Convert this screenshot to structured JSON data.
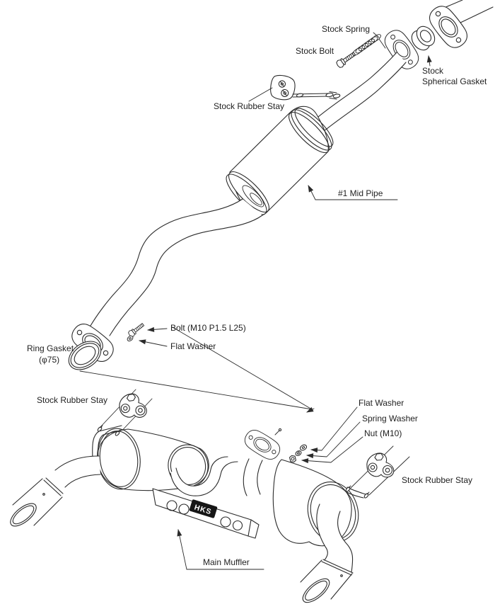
{
  "diagram": {
    "type": "exploded-parts-diagram",
    "background": "#ffffff",
    "line_color": "#2b2b2b",
    "labels": {
      "stock_spring": "Stock Spring",
      "stock_bolt": "Stock Bolt",
      "stock_spherical_gasket_line1": "Stock",
      "stock_spherical_gasket_line2": "Spherical Gasket",
      "stock_rubber_stay_top": "Stock Rubber Stay",
      "mid_pipe": "#1 Mid Pipe",
      "bolt_spec": "Bolt (M10 P1.5 L25)",
      "flat_washer_upper": "Flat Washer",
      "ring_gasket_line1": "Ring Gasket",
      "ring_gasket_line2": "(φ75)",
      "stock_rubber_stay_left": "Stock Rubber Stay",
      "flat_washer_lower": "Flat Washer",
      "spring_washer": "Spring Washer",
      "nut_spec": "Nut (M10)",
      "stock_rubber_stay_right": "Stock Rubber Stay",
      "main_muffler": "Main Muffler",
      "logo": "HKS"
    },
    "logo_colors": {
      "background": "#161616",
      "text": "#ffffff"
    }
  }
}
